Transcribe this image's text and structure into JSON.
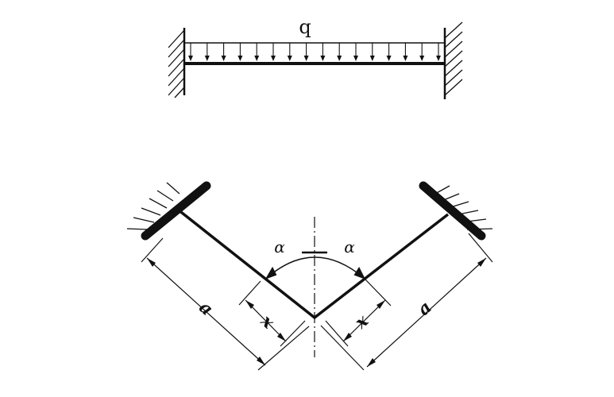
{
  "colors": {
    "ink": "#111111",
    "background": "#ffffff"
  },
  "top_figure": {
    "load_label": "q",
    "load_arrow_count": 16,
    "supports": [
      "hatched-wall-left",
      "hatched-wall-right"
    ]
  },
  "bottom_figure": {
    "angle_label_left": "α",
    "angle_label_right": "α",
    "dim_x_left": "x",
    "dim_x_right": "x",
    "dim_a_left": "a",
    "dim_a_right": "a"
  }
}
